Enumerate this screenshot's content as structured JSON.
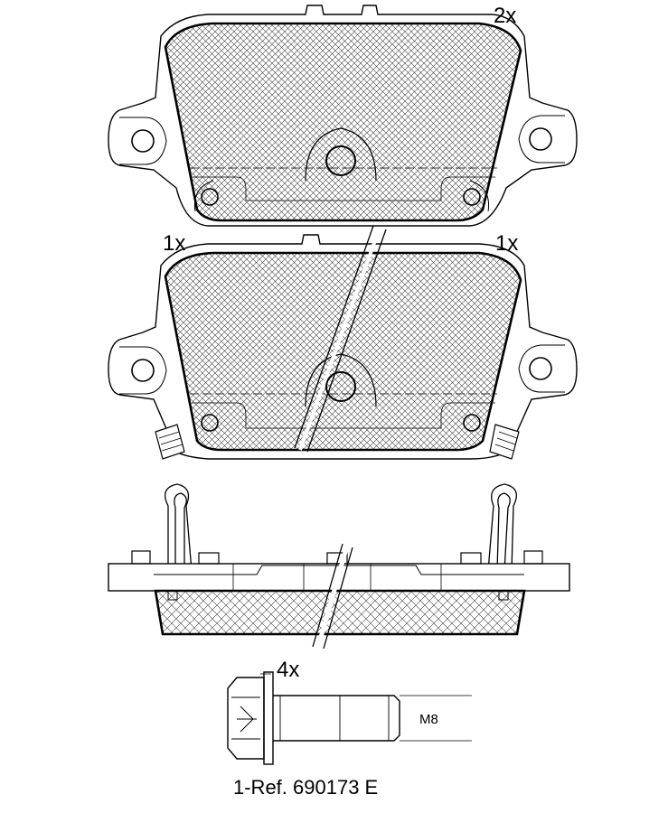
{
  "labels": {
    "qty_top_right": "2x",
    "qty_mid_left": "1x",
    "qty_mid_right": "1x",
    "qty_bolts": "4x",
    "thread_size": "M8",
    "reference": "1-Ref. 690173 E"
  },
  "colors": {
    "line": "#000000",
    "hatch": "#444444",
    "background": "#ffffff"
  }
}
